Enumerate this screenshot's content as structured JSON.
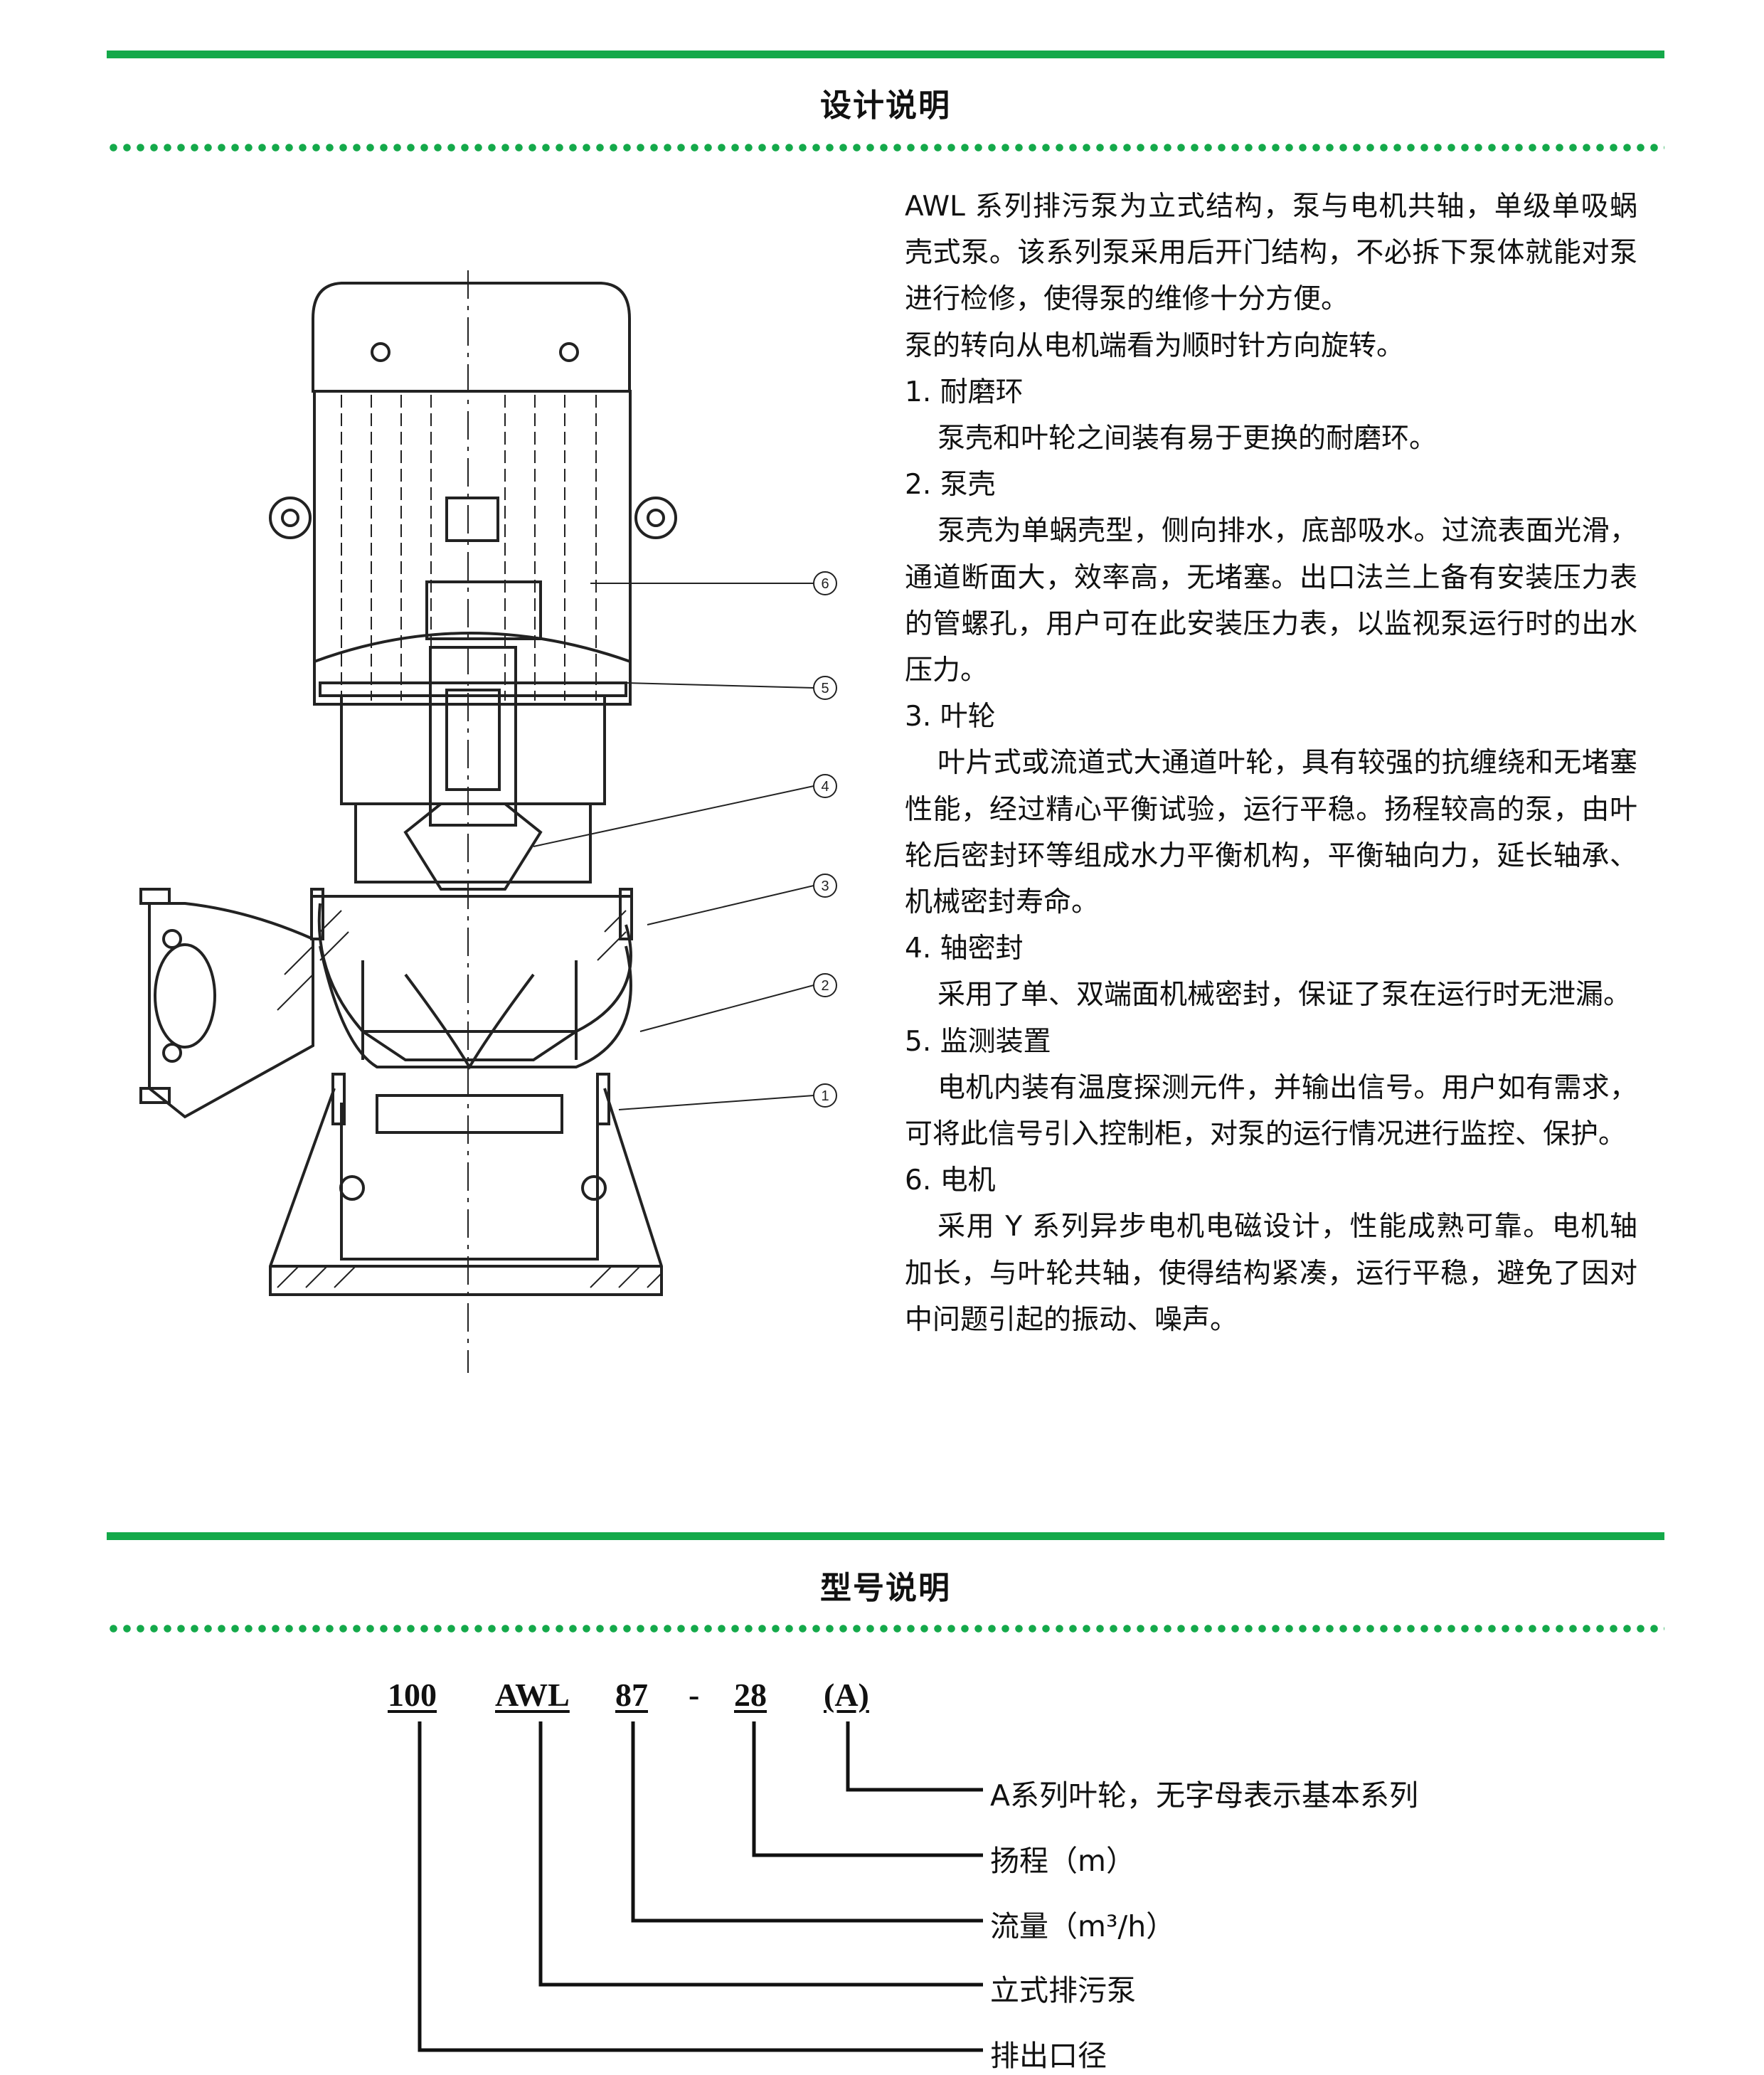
{
  "section1": {
    "title": "设计说明"
  },
  "description": {
    "intro_1": "AWL 系列排污泵为立式结构，泵与电机共轴，单级单吸蜗壳式泵。该系列泵采用后开门结构，不必拆下泵体就能对泵进行检修，使得泵的维修十分方便。",
    "intro_2": "泵的转向从电机端看为顺时针方向旋转。",
    "items": [
      {
        "heading": "1. 耐磨环",
        "text": "泵壳和叶轮之间装有易于更换的耐磨环。"
      },
      {
        "heading": "2. 泵壳",
        "text": "泵壳为单蜗壳型，侧向排水，底部吸水。过流表面光滑，通道断面大，效率高，无堵塞。出口法兰上备有安装压力表的管螺孔，用户可在此安装压力表，以监视泵运行时的出水压力。"
      },
      {
        "heading": "3. 叶轮",
        "text": "叶片式或流道式大通道叶轮，具有较强的抗缠绕和无堵塞性能，经过精心平衡试验，运行平稳。扬程较高的泵，由叶轮后密封环等组成水力平衡机构，平衡轴向力，延长轴承、机械密封寿命。"
      },
      {
        "heading": "4. 轴密封",
        "text": "采用了单、双端面机械密封，保证了泵在运行时无泄漏。"
      },
      {
        "heading": "5. 监测装置",
        "text": "电机内装有温度探测元件，并输出信号。用户如有需求，可将此信号引入控制柜，对泵的运行情况进行监控、保护。"
      },
      {
        "heading": "6. 电机",
        "text": "采用 Y 系列异步电机电磁设计，性能成熟可靠。电机轴加长，与叶轮共轴，使得结构紧凑，运行平稳，避免了因对中问题引起的振动、噪声。"
      }
    ]
  },
  "drawing": {
    "callouts": [
      "6",
      "5",
      "4",
      "3",
      "2",
      "1"
    ]
  },
  "section2": {
    "title": "型号说明"
  },
  "model": {
    "parts": [
      "100",
      "AWL",
      "87",
      "-",
      "28",
      "(A)"
    ],
    "explanations": [
      "A系列叶轮，无字母表示基本系列",
      "扬程（m）",
      "流量（m³/h）",
      "立式排污泵",
      "排出口径"
    ]
  },
  "colors": {
    "accent": "#14a94a"
  }
}
